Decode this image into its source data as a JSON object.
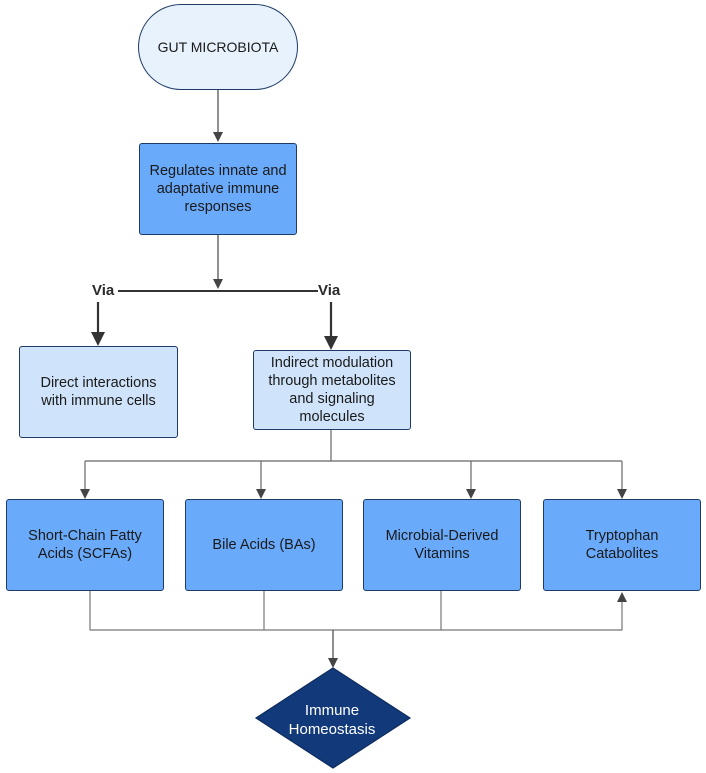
{
  "nodes": {
    "start": "GUT MICROBIOTA",
    "regulates": "Regulates innate and adaptative immune responses",
    "via_left": "Via",
    "via_right": "Via",
    "direct": "Direct interactions with immune cells",
    "indirect": "Indirect modulation through metabolites and signaling molecules",
    "scfa": "Short-Chain Fatty Acids (SCFAs)",
    "bile": "Bile Acids (BAs)",
    "vitamins": "Microbial-Derived Vitamins",
    "tryptophan": "Tryptophan Catabolites",
    "outcome": "Immune Homeostasis"
  },
  "colors": {
    "start_fill": "#e8f2fc",
    "dark_box": "#6aaafa",
    "light_box": "#cfe4fb",
    "diamond": "#123a7a",
    "line": "#555555"
  }
}
